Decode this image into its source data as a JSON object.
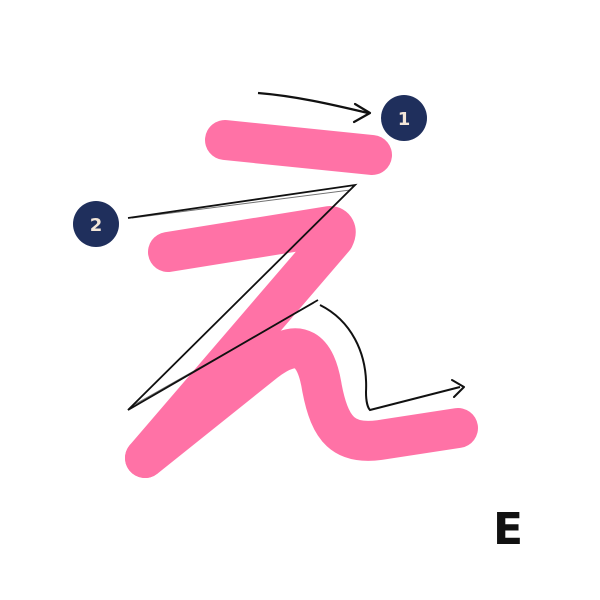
{
  "kana": {
    "character": "え",
    "romaji": "E"
  },
  "strokes": [
    {
      "number": "1"
    },
    {
      "number": "2"
    }
  ],
  "colors": {
    "stroke_fill": "#ff72a6",
    "badge_fill": "#1f2f5c",
    "badge_text": "#f3e6d8",
    "guide_line": "#111111",
    "background": "#ffffff"
  }
}
